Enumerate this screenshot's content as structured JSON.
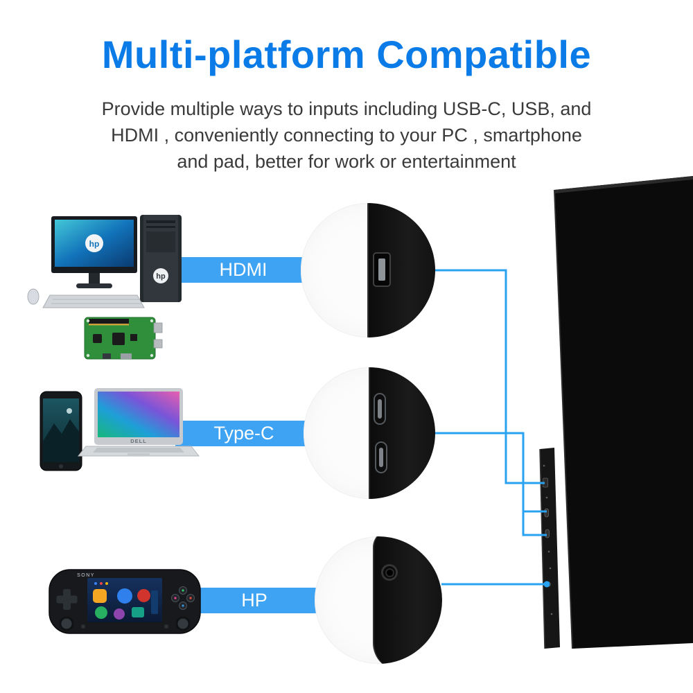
{
  "header": {
    "title": "Multi-platform Compatible",
    "subtitle_lines": [
      "Provide multiple ways to inputs including USB-C, USB, and",
      "HDMI , conveniently connecting to your PC , smartphone",
      "and pad, better for work or entertainment"
    ]
  },
  "callouts": [
    {
      "label": "HDMI",
      "port": "hdmi-port"
    },
    {
      "label": "Type-C",
      "port": "usb-c-ports"
    },
    {
      "label": "HP",
      "port": "headphone-jack"
    }
  ],
  "device_brands": {
    "desktop": "hp",
    "laptop": "DELL",
    "console": "SONY"
  },
  "colors": {
    "title_blue": "#0b7be8",
    "label_bar_blue": "#3ea3f3",
    "connector_blue": "#2aa2f2",
    "body_text": "#3a3a3a"
  }
}
